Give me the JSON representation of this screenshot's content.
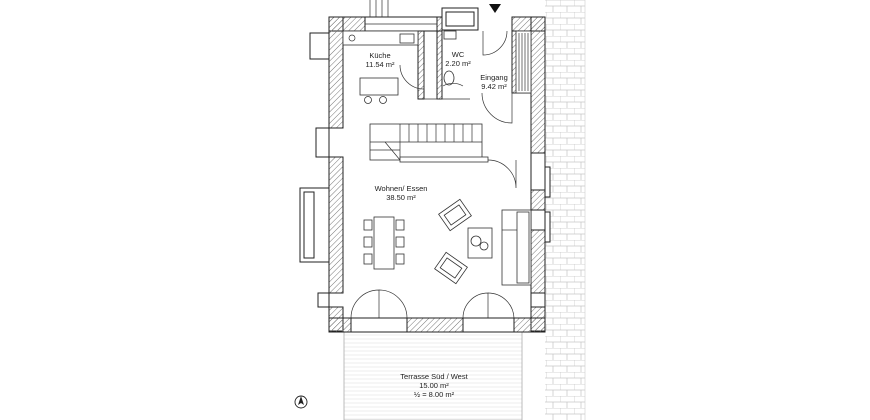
{
  "rooms": {
    "kitchen": {
      "name": "Küche",
      "area": "11.54 m²"
    },
    "wc": {
      "name": "WC",
      "area": "2.20 m²"
    },
    "entrance": {
      "name": "Eingang",
      "area": "9.42 m²"
    },
    "living": {
      "name": "Wohnen/ Essen",
      "area": "38.50 m²"
    },
    "terrace": {
      "name": "Terrasse Süd / West",
      "area": "15.00 m²",
      "area_half": "½ = 8.00 m²"
    }
  },
  "icons": {
    "entrance_marker": "entrance-arrow-icon",
    "north": "north-arrow-icon"
  },
  "colors": {
    "wall": "#222222",
    "hatch": "#777777",
    "background": "#ffffff"
  }
}
